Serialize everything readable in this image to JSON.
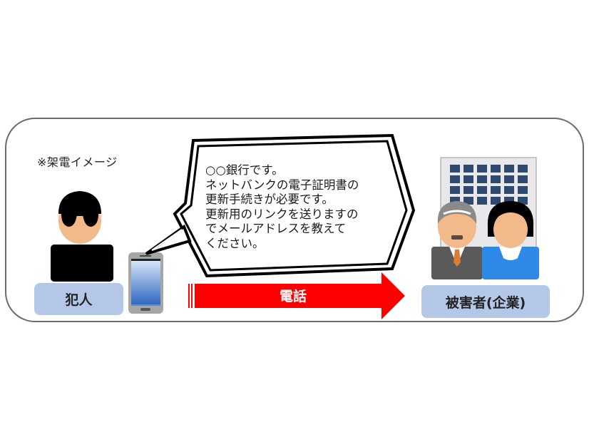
{
  "diagram": {
    "note": "※架電イメージ",
    "speech_bubble": {
      "lines": [
        "○○銀行です。",
        "ネットバンクの電子証明書の",
        "更新手続きが必要です。",
        "更新用のリンクを送りますの",
        "でメールアドレスを教えて",
        "ください。"
      ]
    },
    "arrow": {
      "label": "電話",
      "color": "#ff0000"
    },
    "criminal": {
      "label": "犯人"
    },
    "victim": {
      "label": "被害者(企業)"
    },
    "colors": {
      "label_bg": "#b4c7e7",
      "frame_border": "#6b6b6b",
      "arrow": "#ff0000",
      "victim_shirt": "#2e8ae6",
      "building_window": "#2f4a6e"
    }
  }
}
